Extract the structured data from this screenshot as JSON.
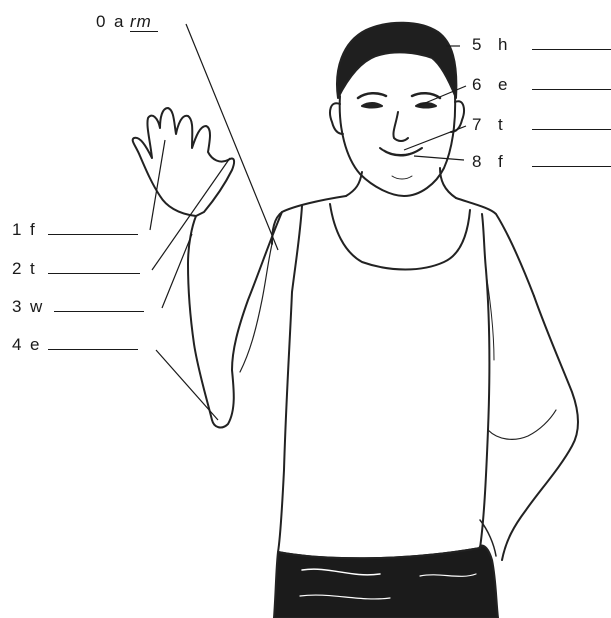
{
  "labels": [
    {
      "num": "0",
      "letter": "a",
      "answer": "rm"
    },
    {
      "num": "1",
      "letter": "f"
    },
    {
      "num": "2",
      "letter": "t"
    },
    {
      "num": "3",
      "letter": "w"
    },
    {
      "num": "4",
      "letter": "e"
    },
    {
      "num": "5",
      "letter": "h"
    },
    {
      "num": "6",
      "letter": "e"
    },
    {
      "num": "7",
      "letter": "t"
    },
    {
      "num": "8",
      "letter": "f"
    }
  ]
}
